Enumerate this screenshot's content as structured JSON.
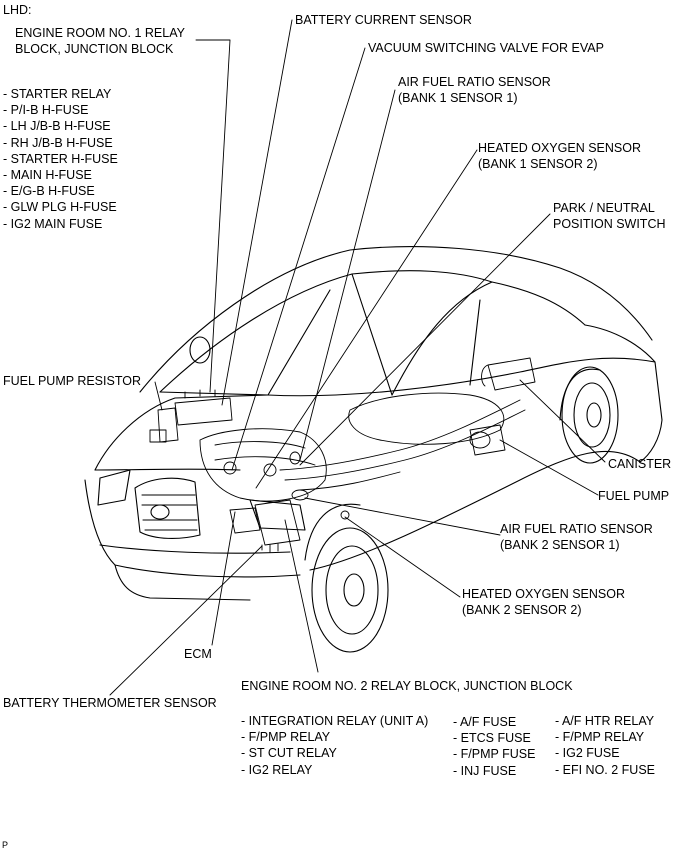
{
  "header": {
    "variant": "LHD:"
  },
  "labels": {
    "relay_block_1_line1": "ENGINE ROOM NO. 1 RELAY",
    "relay_block_1_line2": "BLOCK, JUNCTION BLOCK",
    "battery_current_sensor": "BATTERY CURRENT SENSOR",
    "vsv_evap": "VACUUM SWITCHING VALVE FOR EVAP",
    "af_sensor_b1s1_line1": "AIR FUEL RATIO SENSOR",
    "af_sensor_b1s1_line2": "(BANK 1 SENSOR 1)",
    "ho2_b1s2_line1": "HEATED OXYGEN SENSOR",
    "ho2_b1s2_line2": "(BANK 1 SENSOR 2)",
    "pnp_line1": "PARK / NEUTRAL",
    "pnp_line2": "POSITION SWITCH",
    "fuel_pump_resistor": "FUEL PUMP RESISTOR",
    "canister": "CANISTER",
    "fuel_pump": "FUEL PUMP",
    "af_sensor_b2s1_line1": "AIR FUEL RATIO SENSOR",
    "af_sensor_b2s1_line2": "(BANK 2 SENSOR 1)",
    "ho2_b2s2_line1": "HEATED OXYGEN SENSOR",
    "ho2_b2s2_line2": "(BANK 2 SENSOR 2)",
    "ecm": "ECM",
    "relay_block_2": "ENGINE ROOM NO. 2 RELAY BLOCK, JUNCTION BLOCK",
    "battery_thermometer_sensor": "BATTERY THERMOMETER SENSOR"
  },
  "relay_block_1_items": [
    "- STARTER RELAY",
    "- P/I-B H-FUSE",
    "- LH J/B-B H-FUSE",
    "- RH J/B-B H-FUSE",
    "- STARTER H-FUSE",
    "- MAIN H-FUSE",
    "- E/G-B H-FUSE",
    "- GLW PLG H-FUSE",
    "- IG2 MAIN FUSE"
  ],
  "relay_block_2_col1": [
    "- INTEGRATION RELAY (UNIT A)",
    "- F/PMP RELAY",
    "- ST CUT RELAY",
    "- IG2 RELAY"
  ],
  "relay_block_2_col2": [
    "- A/F FUSE",
    "- ETCS FUSE",
    "- F/PMP FUSE",
    "- INJ FUSE"
  ],
  "relay_block_2_col3": [
    "- A/F HTR RELAY",
    "- F/PMP RELAY",
    "- IG2 FUSE",
    "- EFI NO. 2 FUSE"
  ],
  "footer": {
    "code": "P"
  }
}
